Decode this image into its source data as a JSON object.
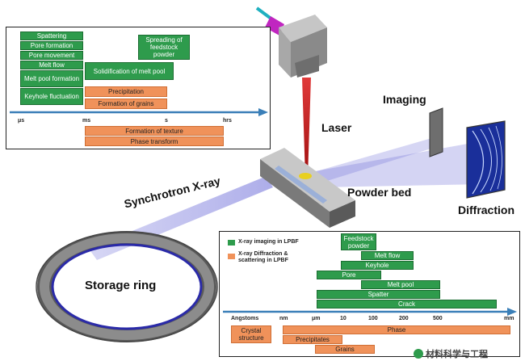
{
  "labels": {
    "imaging": "Imaging",
    "laser": "Laser",
    "powder_bed": "Powder bed",
    "synchrotron": "Synchrotron X-ray",
    "diffraction": "Diffraction",
    "storage_ring": "Storage ring"
  },
  "time_panel": {
    "green_boxes": [
      "Spattering",
      "Pore formation",
      "Pore movement",
      "Melt flow",
      "Melt pool formation",
      "Keyhole fluctuation"
    ],
    "mid_green": [
      "Solidification of melt pool"
    ],
    "right_green": "Spreading of feedstock powder",
    "orange_upper": [
      "Precipitation",
      "Formation of grains"
    ],
    "ticks": [
      "μs",
      "ms",
      "s",
      "hrs"
    ],
    "orange_lower": [
      "Formation of texture",
      "Phase transform"
    ]
  },
  "length_panel": {
    "legend": {
      "green": "X-ray imaging in LPBF",
      "orange": "X-ray Diffraction & scattering in LPBF"
    },
    "green_bars": [
      "Feedstock powder",
      "Melt flow",
      "Keyhole",
      "Pore",
      "Melt pool",
      "Spatter",
      "Crack"
    ],
    "ticks": [
      "Angstoms",
      "nm",
      "μm",
      "10",
      "100",
      "200",
      "500",
      "mm"
    ],
    "orange_bars": [
      "Crystal structure",
      "Phase",
      "Precipitates",
      "Grains"
    ]
  },
  "watermark": "材料科学与工程",
  "colors": {
    "green": "#2e9b4c",
    "orange": "#f0925a",
    "arrow": "#3a7fb8",
    "beam": "#6a6ad8",
    "laser": "#c81e1e"
  }
}
